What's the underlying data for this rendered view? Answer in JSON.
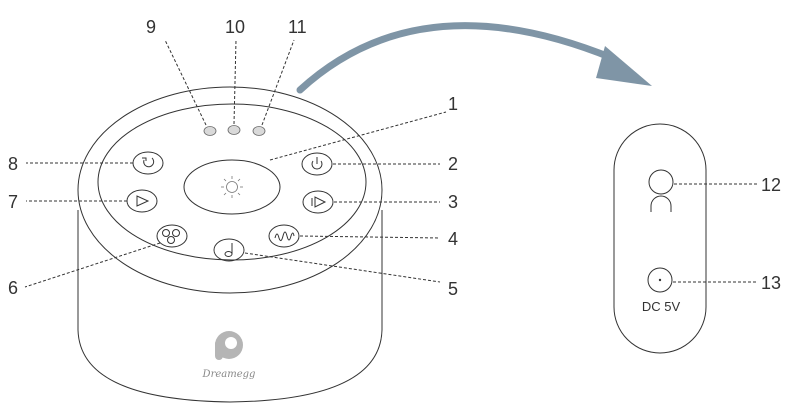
{
  "callouts": {
    "n1": "1",
    "n2": "2",
    "n3": "3",
    "n4": "4",
    "n5": "5",
    "n6": "6",
    "n7": "7",
    "n8": "8",
    "n9": "9",
    "n10": "10",
    "n11": "11",
    "n12": "12",
    "n13": "13"
  },
  "device": {
    "brand_name": "Dreamegg"
  },
  "rear_panel": {
    "power_label": "DC 5V"
  },
  "colors": {
    "line": "#333333",
    "arrow": "#7f95a6",
    "logo": "#b5b5b5",
    "indicator_fill": "#d9d9d9"
  },
  "icons": {
    "light": "sun-icon",
    "power": "power-icon",
    "volume_up": "volume-up-icon",
    "sound_wave": "wave-icon",
    "music": "music-note-icon",
    "fan": "fan-icon",
    "volume_down": "volume-down-icon",
    "timer": "timer-icon",
    "headphone": "headphone-icon"
  }
}
